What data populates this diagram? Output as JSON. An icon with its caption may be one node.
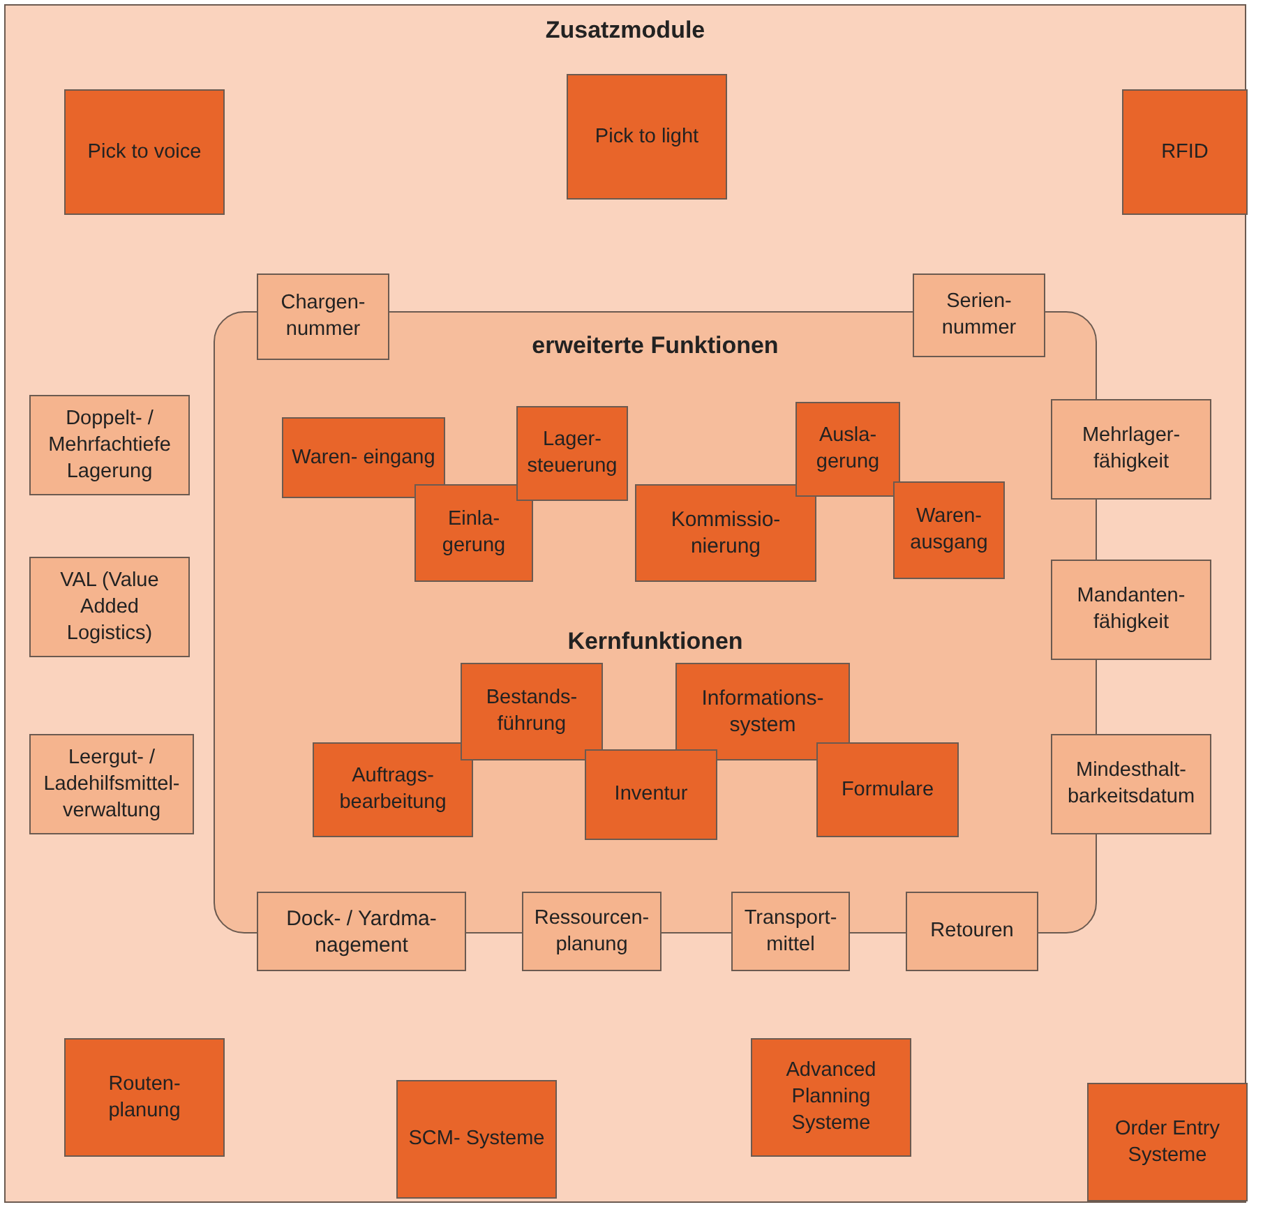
{
  "diagram": {
    "nodes": [
      {
        "text": [
          "Zusatzmodule"
        ]
      },
      {
        "text": [
          "Pick to voice"
        ],
        "in": 0
      },
      {
        "text": [
          "Pick to light"
        ],
        "in": 0
      },
      {
        "text": [
          "RFID"
        ],
        "in": 0
      },
      {
        "text": [
          "erweiterte Funktionen",
          "Kernfunktionen"
        ],
        "in": 0
      },
      {
        "text": [
          "Chargen- nummer"
        ],
        "in": 0
      },
      {
        "text": [
          "Serien- nummer"
        ],
        "in": 0
      },
      {
        "text": [
          "Doppelt- / Mehrfachtiefe Lagerung"
        ],
        "in": 0
      },
      {
        "text": [
          "Mehrlager- fähigkeit"
        ],
        "in": 0
      },
      {
        "text": [
          "Waren- eingang"
        ],
        "in": 4
      },
      {
        "text": [
          "Lager- steuerung"
        ],
        "in": 4
      },
      {
        "text": [
          "Ausla- gerung"
        ],
        "in": 4
      },
      {
        "text": [
          "Einla- gerung"
        ],
        "in": 4
      },
      {
        "text": [
          "Kommissio- nierung"
        ],
        "in": 4
      },
      {
        "text": [
          "Waren- ausgang"
        ],
        "in": 4
      },
      {
        "text": [
          "VAL (Value Added Logistics)"
        ],
        "in": 0
      },
      {
        "text": [
          "Mandanten- fähigkeit"
        ],
        "in": 0
      },
      {
        "text": [
          "Bestands- führung"
        ],
        "in": 4
      },
      {
        "text": [
          "Informations- system"
        ],
        "in": 4
      },
      {
        "text": [
          "Auftrags- bearbeitung"
        ],
        "in": 4
      },
      {
        "text": [
          "Inventur"
        ],
        "in": 4
      },
      {
        "text": [
          "Formulare"
        ],
        "in": 4
      },
      {
        "text": [
          "Leergut- / Ladehilfsmittel- verwaltung"
        ],
        "in": 0
      },
      {
        "text": [
          "Mindesthalt- barkeitsdatum"
        ],
        "in": 0
      },
      {
        "text": [
          "Dock- / Yardma- nagement"
        ],
        "in": 0
      },
      {
        "text": [
          "Ressourcen- planung"
        ],
        "in": 0
      },
      {
        "text": [
          "Transport- mittel"
        ],
        "in": 0
      },
      {
        "text": [
          "Retouren"
        ],
        "in": 0
      },
      {
        "text": [
          "Routen- planung"
        ],
        "in": 0
      },
      {
        "text": [
          "SCM- Systeme"
        ],
        "in": 0
      },
      {
        "text": [
          "Advanced Planning Systeme"
        ],
        "in": 0
      },
      {
        "text": [
          "Order Entry Systeme"
        ],
        "in": 0
      }
    ],
    "edges": []
  }
}
